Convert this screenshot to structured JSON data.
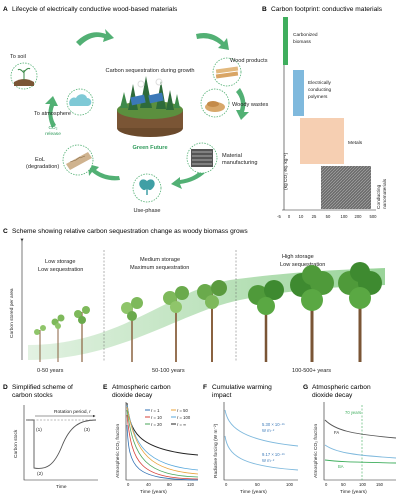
{
  "panelA": {
    "letter": "A",
    "title": "Lifecycle of electrically conductive wood-based materials",
    "center_top": "Carbon sequestration during growth",
    "center_bottom": "Green Future",
    "stages": {
      "wood_products": "Wood products",
      "woody_wastes": "Woody wastes",
      "material_1": "Material",
      "material_2": "manufacturing",
      "use_phase": "Use-phase",
      "eol_1": "EoL",
      "eol_2": "(degradation)",
      "to_atmosphere": "To atmosphere",
      "co2_1": "CO₂",
      "co2_2": "release",
      "to_soil": "To soil"
    }
  },
  "panelB": {
    "letter": "B",
    "title": "Carbon footprint: conductive materials",
    "ylabel": "(kg CO₂ eq. kg⁻¹)",
    "ticks": [
      "-5",
      "0",
      "10",
      "25",
      "50",
      "100",
      "200",
      "500"
    ],
    "bars": [
      {
        "label_lines": [
          "Carbonized",
          "biomass"
        ],
        "color": "#3fae5d"
      },
      {
        "label_lines": [
          "Electrically",
          "conducting",
          "polymers"
        ],
        "color": "#7fb9dd"
      },
      {
        "label_lines": [
          "Metals"
        ],
        "color": "#f6cfb2"
      },
      {
        "label_lines": [
          "Conducting",
          "nanomaterials"
        ],
        "color": "#888888"
      }
    ]
  },
  "panelC": {
    "letter": "C",
    "title": "Scheme showing relative carbon sequestration change as woody biomass grows",
    "ylabel": "Carbon stored per area",
    "phases": [
      {
        "line1": "Low storage",
        "line2": "Low sequestration",
        "years": "0-50 years"
      },
      {
        "line1": "Medium storage",
        "line2": "Maximum sequestration",
        "years": "50-100 years"
      },
      {
        "line1": "High storage",
        "line2": "Low sequestration",
        "years": "100-500+ years"
      }
    ]
  },
  "panelD": {
    "letter": "D",
    "title_1": "Simplified scheme of",
    "title_2": "carbon stocks",
    "ylabel": "Carbon stock",
    "xlabel": "Time",
    "rotation": "Rotation period, r",
    "marks": [
      "(1)",
      "(2)",
      "(3)"
    ]
  },
  "panelE": {
    "letter": "E",
    "title_1": "Atmospheric carbon",
    "title_2": "dioxide decay",
    "ylabel": "Atmospheric CO₂ fraction",
    "xlabel": "Time (years)",
    "xticks": [
      "0",
      "40",
      "80",
      "120"
    ],
    "legend": [
      {
        "label": "r = 1",
        "color": "#2f6fb3"
      },
      {
        "label": "r = 50",
        "color": "#e8a33b"
      },
      {
        "label": "r = 10",
        "color": "#d6403a"
      },
      {
        "label": "r = 100",
        "color": "#5aa9dc"
      },
      {
        "label": "r = 20",
        "color": "#49a65a"
      },
      {
        "label": "r = ∞",
        "color": "#222222"
      }
    ]
  },
  "panelF": {
    "letter": "F",
    "title_1": "Cumulative warming",
    "title_2": "impact",
    "ylabel": "Radiative forcing (W m⁻²)",
    "xlabel": "Time (years)",
    "xticks": [
      "0",
      "50",
      "100"
    ],
    "annot_1a": "5.30 × 10⁻¹⁵",
    "annot_1b": "W m⁻²",
    "annot_2a": "9.17 × 10⁻¹⁶",
    "annot_2b": "W m⁻²"
  },
  "panelG": {
    "letter": "G",
    "title_1": "Atmospheric carbon",
    "title_2": "dioxide decay",
    "ylabel": "Atmospheric CO₂ fraction",
    "xlabel": "Time (years)",
    "xticks": [
      "0",
      "50",
      "100",
      "150"
    ],
    "annot": "70 years",
    "fa": "FA",
    "ba": "BA"
  }
}
